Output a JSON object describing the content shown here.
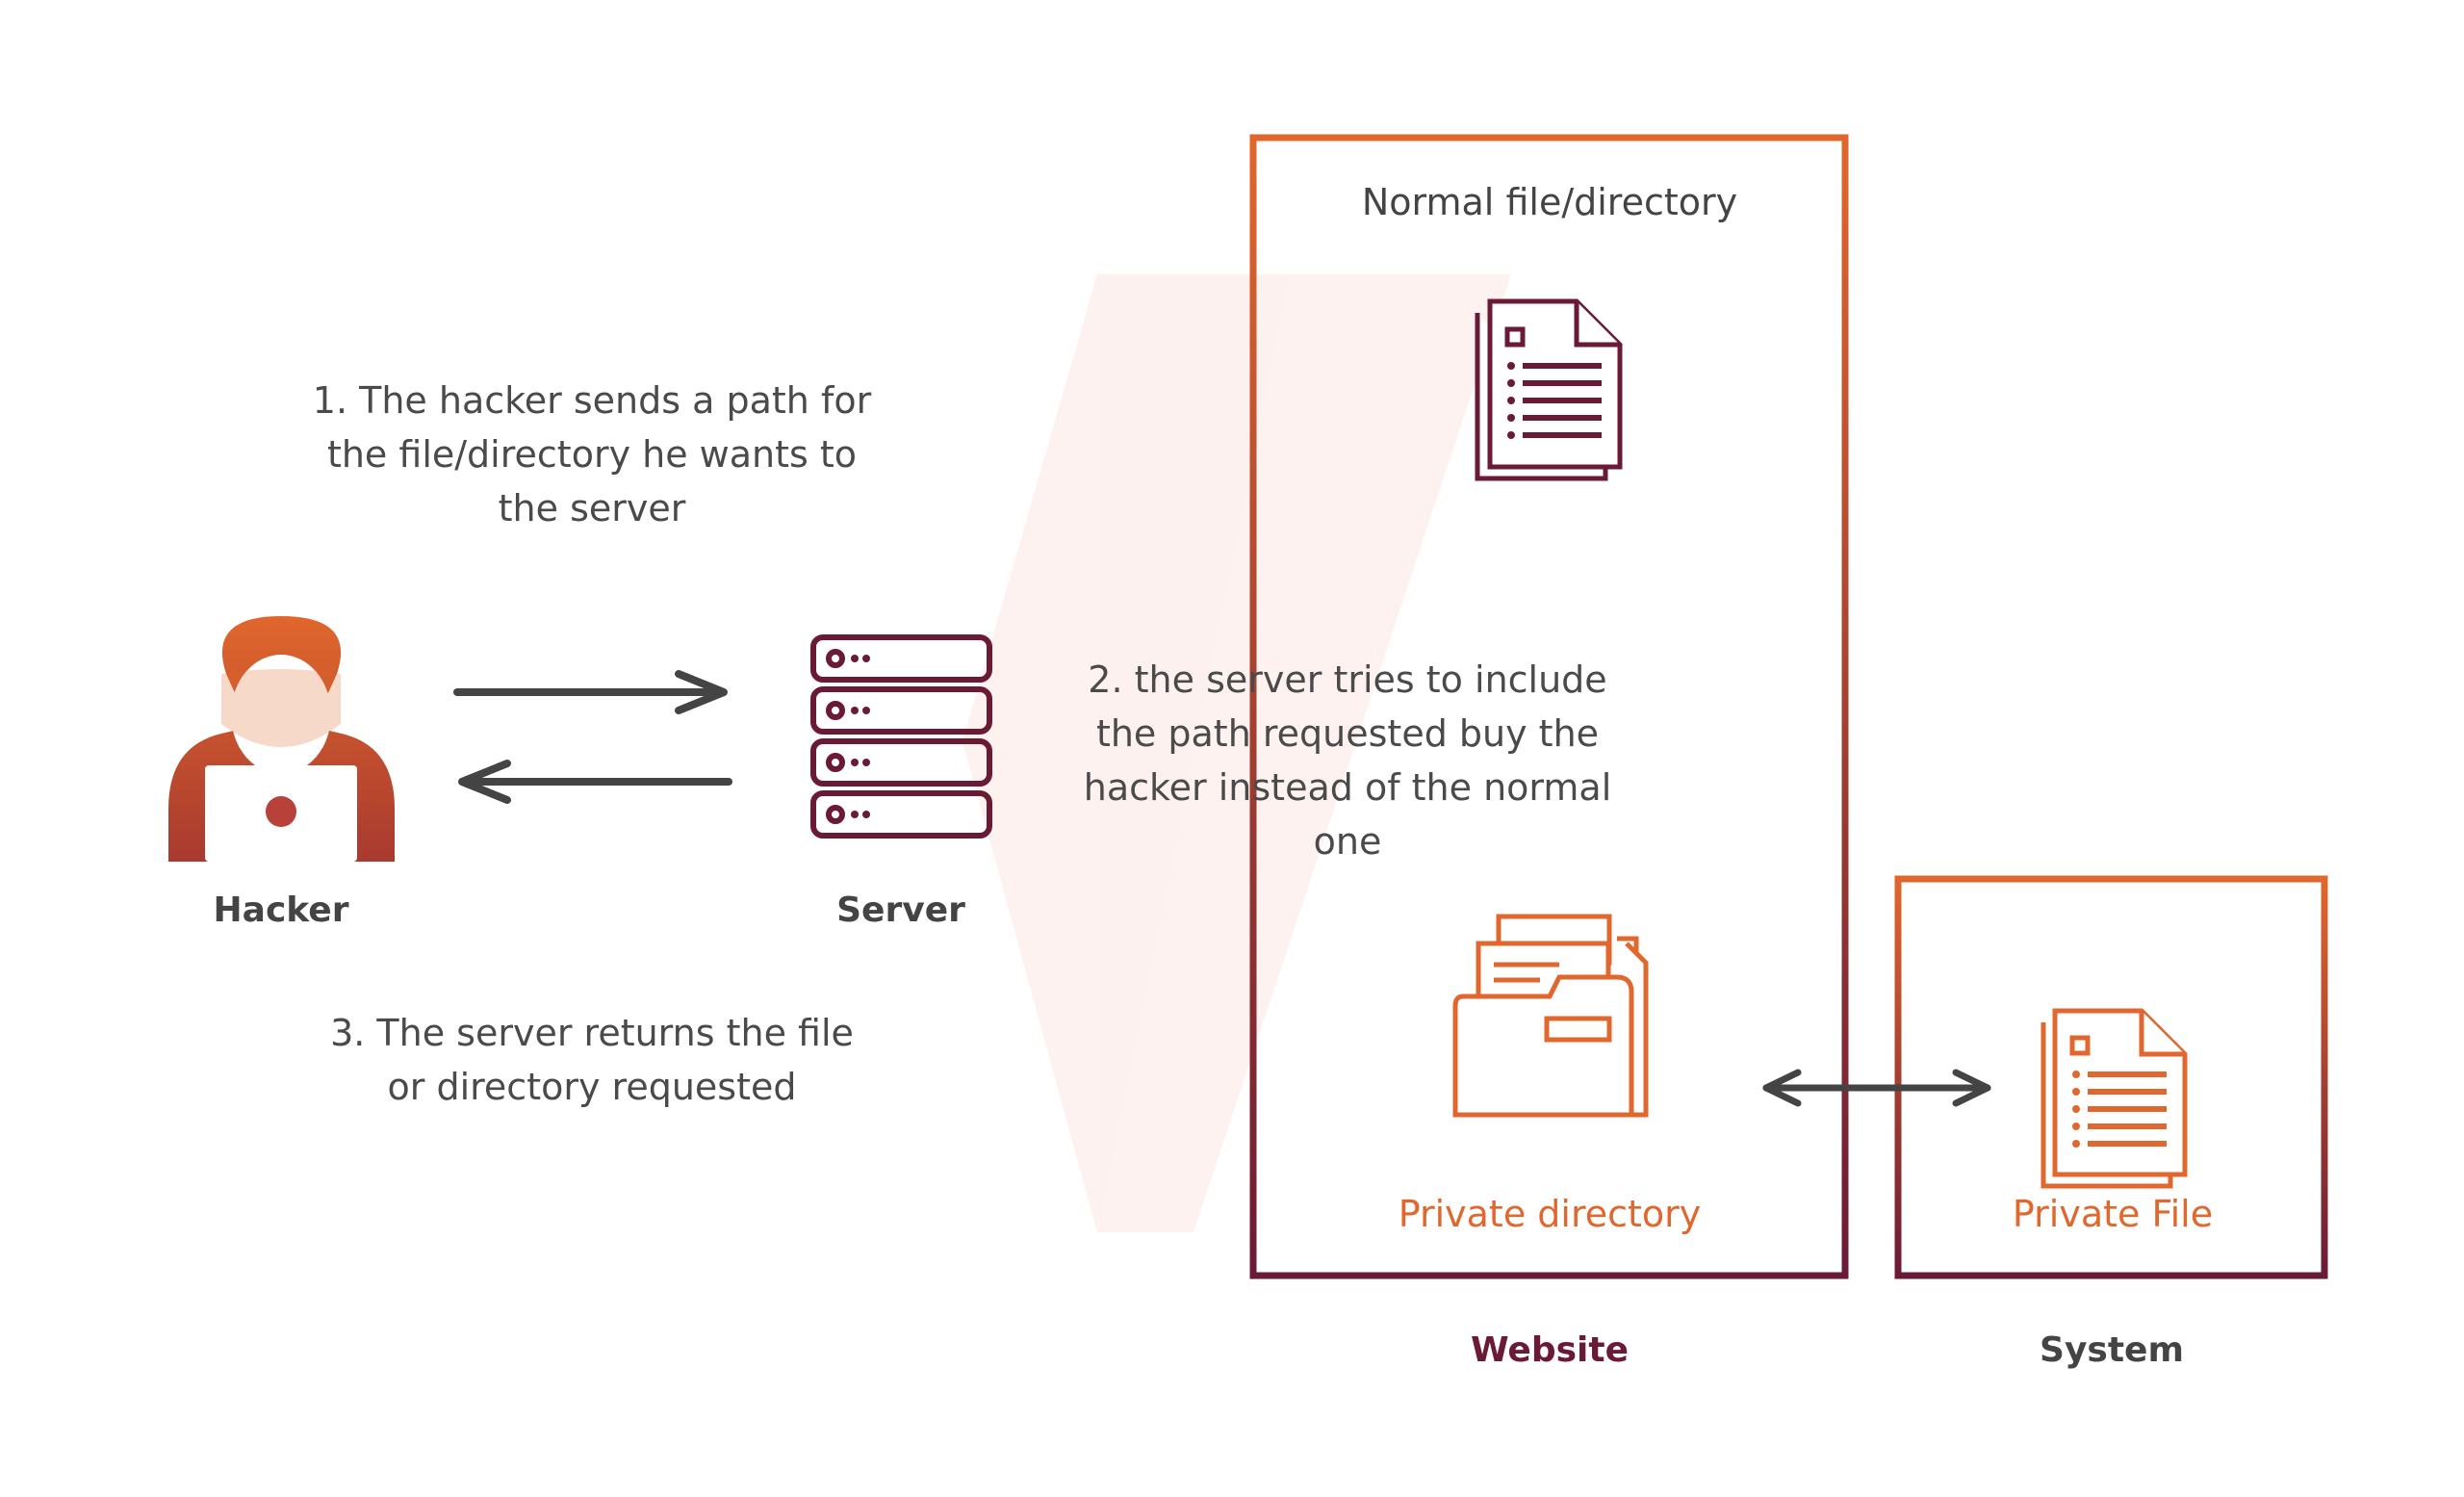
{
  "step1_text": "1. The hacker sends a path for the file/directory he wants to the server",
  "step2_text": "2. the server tries to include the path requested buy the hacker instead of the normal one",
  "step3_text": "3. The server returns the file or directory requested",
  "hacker_label": "Hacker",
  "server_label": "Server",
  "normal_label": "Normal file/directory",
  "private_dir_label": "Private directory",
  "private_file_label": "Private File",
  "website_label": "Website",
  "system_label": "System",
  "icons": {
    "hacker": "hacker-icon",
    "server": "server-icon",
    "normal_file": "document-icon",
    "private_dir": "folder-icon",
    "private_file": "document-icon"
  },
  "colors": {
    "orange": "#e0672d",
    "maroon": "#6b1a35",
    "grey": "#444444"
  }
}
